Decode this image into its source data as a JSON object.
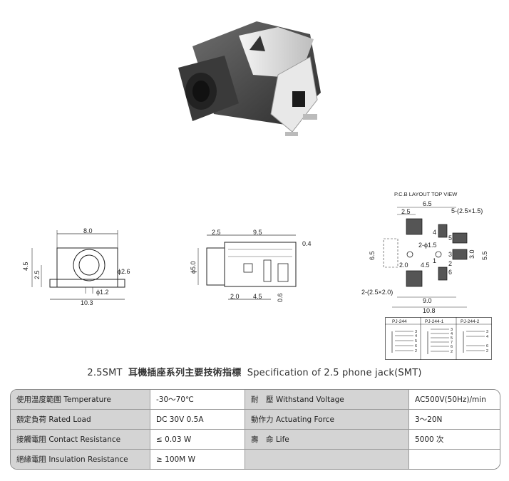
{
  "diagram": {
    "front": {
      "width": "8.0",
      "height": "4.5",
      "center_height": "2.5",
      "hole": "ϕ2.6",
      "pin": "ϕ1.2",
      "base_width": "10.3"
    },
    "side": {
      "top_left": "2.5",
      "top_main": "9.5",
      "right": "0.4",
      "height": "ϕ5.0",
      "bottom_left": "2.0",
      "bottom_mid": "4.5",
      "bottom_right": "0.6"
    },
    "pcb": {
      "title": "P.C.B LAYOUT    TOP VIEW",
      "w_outer": "6.5",
      "pad_w": "2.5",
      "pad_spec": "5-(2.5×1.5)",
      "height_left": "6.5",
      "hole_spec": "2-ϕ1.5",
      "pin3": "3",
      "pin4": "4",
      "pin5": "5",
      "pin6": "6",
      "pin1": "1",
      "pin2": "2",
      "right_inner": "3.0",
      "right_outer": "5.5",
      "mid_left": "2.0",
      "mid_right": "4.5",
      "bottom_pad_spec": "2-(2.5×2.0)",
      "bottom_w": "9.0",
      "total_w": "10.8"
    },
    "schematic": {
      "labels": [
        "PJ-244",
        "PJ-244-1",
        "PJ-244-2"
      ],
      "col1_pins": [
        "3",
        "4",
        "5",
        "6",
        "2"
      ],
      "col2_pins": [
        "3",
        "4",
        "5",
        "7",
        "6",
        "2"
      ],
      "col3_pins": [
        "3",
        "4",
        "6",
        "2"
      ]
    }
  },
  "title": {
    "prefix": "2.5SMT",
    "chinese": "耳機插座系列主要技術指標",
    "english": "Specification of 2.5 phone jack(SMT)"
  },
  "spec": {
    "rows": [
      {
        "left_label": "使用溫度範圍 Temperature",
        "left_value": "-30～70℃",
        "right_label": "耐　壓 Withstand Voltage",
        "right_value": "AC500V(50Hz)/min"
      },
      {
        "left_label": "額定負荷 Rated Load",
        "left_value": "DC  30V  0.5A",
        "right_label": "動作力 Actuating Force",
        "right_value": "3～20N"
      },
      {
        "left_label": "接觸電阻 Contact Resistance",
        "left_value": "≤ 0.03 W",
        "right_label": "壽　命 Life",
        "right_value": "5000 次"
      },
      {
        "left_label": "絕緣電阻 Insulation Resistance",
        "left_value": "≥ 100M W",
        "right_label": "",
        "right_value": ""
      }
    ]
  }
}
